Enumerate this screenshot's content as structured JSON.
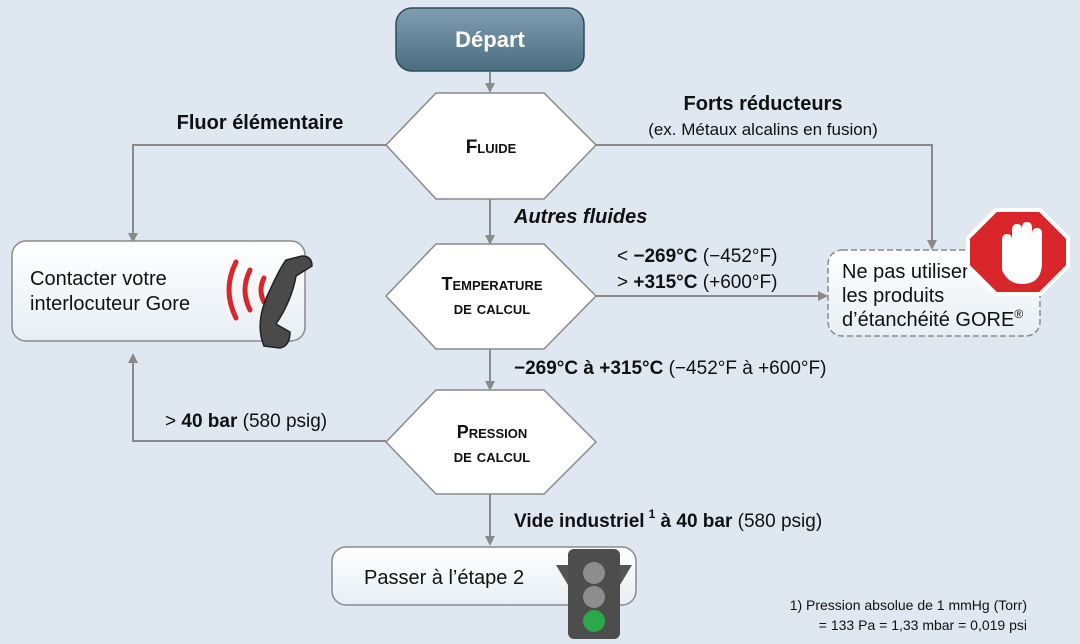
{
  "start": {
    "label": "Départ"
  },
  "decisions": {
    "fluid": {
      "label": "Fluide"
    },
    "temperature": {
      "line1": "Temperature",
      "line2": "de calcul"
    },
    "pressure": {
      "line1": "Pression",
      "line2": "de calcul"
    }
  },
  "edges": {
    "fluorine": "Fluor élémentaire",
    "strong_reducers": "Forts réducteurs",
    "strong_reducers_note": "(ex. Métaux alcalins en fusion)",
    "other_fluids": "Autres fluides",
    "temp_low_prefix": "< ",
    "temp_low_bold": "−269°C",
    "temp_low_rest": " (−452°F)",
    "temp_high_prefix": "> ",
    "temp_high_bold": "+315°C",
    "temp_high_rest": " (+600°F)",
    "temp_range_bold": "−269°C à +315°C",
    "temp_range_rest": " (−452°F à +600°F)",
    "pressure_high_prefix": "> ",
    "pressure_high_bold": "40 bar",
    "pressure_high_rest": " (580 psig)",
    "vacuum_bold": "Vide industriel",
    "vacuum_sup": "1",
    "vacuum_bold2": " à 40 bar",
    "vacuum_rest": " (580 psig)"
  },
  "contact_box": {
    "line1": "Contacter votre",
    "line2": "interlocuteur Gore",
    "icon": "phone-icon"
  },
  "stop_box": {
    "line1": "Ne pas utiliser",
    "line2": "les produits",
    "line3": "d’étanchéité GORE",
    "sup": "®",
    "icon": "stop-hand-icon"
  },
  "next_box": {
    "label": "Passer à l’étape 2",
    "icon": "traffic-light-icon"
  },
  "footnote": {
    "line1": "1) Pression absolue de 1 mmHg (Torr)",
    "line2": "= 133 Pa = 1,33 mbar = 0,019 psi"
  },
  "colors": {
    "background": "#dfe8f0",
    "start_fill": "#5d7f92",
    "decision_fill": "#ffffff",
    "stop_red": "#d8262b",
    "signal_red": "#d8262b",
    "green_light": "#2aa84a",
    "arrow": "#8a8a8a"
  }
}
